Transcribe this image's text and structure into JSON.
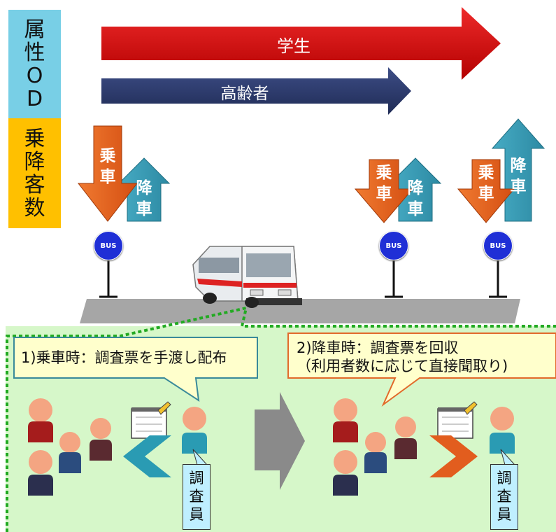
{
  "labels": {
    "attr_od": [
      "属",
      "性",
      "O",
      "D"
    ],
    "boarding_counts": [
      "乗",
      "降",
      "客",
      "数"
    ]
  },
  "arrows": {
    "student": "学生",
    "elderly": "高齢者"
  },
  "stop_arrows": {
    "board": [
      "乗",
      "車"
    ],
    "alight": [
      "降",
      "車"
    ]
  },
  "bus_sign": "BUS",
  "callouts": {
    "step1": "1)乗車時：調査票を手渡し配布",
    "step2_line1": "2)降車時：調査票を回収",
    "step2_line2": "（利用者数に応じて直接聞取り)"
  },
  "investigator": [
    "調",
    "査",
    "員"
  ],
  "colors": {
    "attr_bg": "#78cfe6",
    "count_bg": "#ffc000",
    "student_arrow": "#d11010",
    "elderly_arrow": "#2b3a6e",
    "board_arrow": "#e25d1e",
    "alight_arrow": "#3394ad",
    "bus_sign": "#1f2fd6",
    "survey_area": "#d6f7c9",
    "survey_border": "#22aa22",
    "road": "#a6a6a6"
  }
}
